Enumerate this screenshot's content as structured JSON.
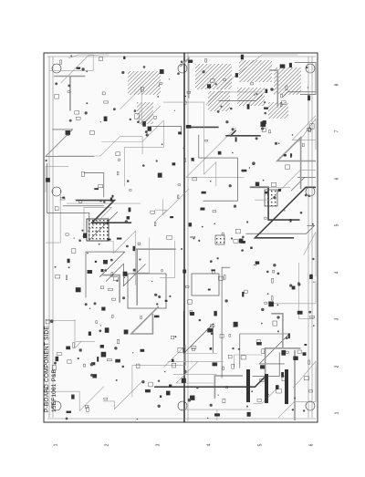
{
  "board": {
    "title_line1": "P-BOARD COMPONENT SIDE",
    "title_line2": "15EF1001 P&B"
  },
  "right_margin_marks": [
    "8",
    "7",
    "6",
    "5",
    "4",
    "3",
    "2",
    "1"
  ],
  "bottom_margin_marks": [
    "1",
    "2",
    "3",
    "4",
    "5",
    "6"
  ]
}
